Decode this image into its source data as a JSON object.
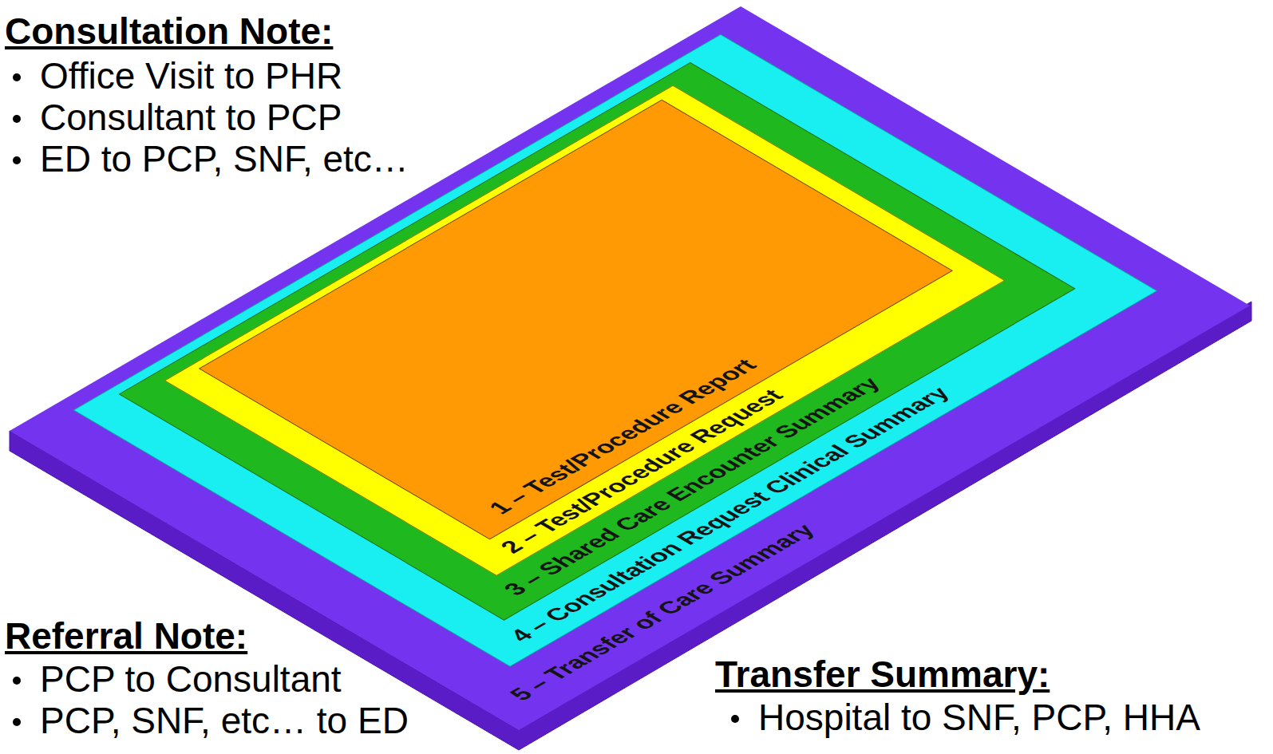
{
  "diagram": {
    "nodes": [
      {
        "text": [
          "5 – Transfer of Care Summary"
        ]
      },
      {
        "text": [
          "4 – Consultation Request Clinical Summary"
        ],
        "in": 0
      },
      {
        "text": [
          "3 – Shared Care Encounter Summary"
        ],
        "in": 1
      },
      {
        "text": [
          "2 – Test/Procedure Request"
        ],
        "in": 2
      },
      {
        "text": [
          "1 – Test/Procedure Report"
        ],
        "in": 3
      }
    ],
    "labels": [
      "Consultation Note:",
      "Office Visit to PHR",
      "Consultant to PCP",
      "ED to PCP, SNF, etc…",
      "Referral Note:",
      "PCP to Consultant",
      "PCP, SNF, etc… to ED",
      "Transfer Summary:",
      "Hospital to SNF, PCP, HHA"
    ]
  }
}
